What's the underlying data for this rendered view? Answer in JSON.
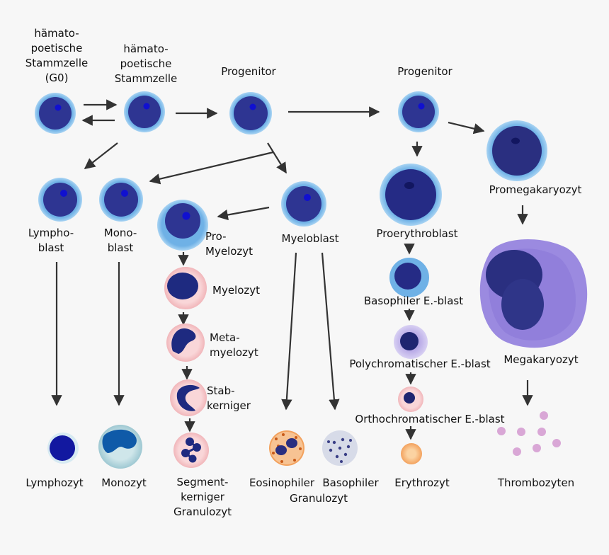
{
  "cells": [
    {
      "id": "hsc-g0",
      "type": "stem",
      "lines": [
        "hämato-",
        "poetische",
        "Stammzelle",
        "(G0)"
      ]
    },
    {
      "id": "hsc",
      "type": "stem",
      "lines": [
        "hämato-",
        "poetische",
        "Stammzelle"
      ]
    },
    {
      "id": "prog-1",
      "type": "stem",
      "lines": [
        "Progenitor"
      ]
    },
    {
      "id": "prog-2",
      "type": "stem",
      "lines": [
        "Progenitor"
      ]
    },
    {
      "id": "lymphoblast",
      "type": "stem",
      "lines": [
        "Lympho-",
        "blast"
      ]
    },
    {
      "id": "monoblast",
      "type": "stem",
      "lines": [
        "Mono-",
        "blast"
      ]
    },
    {
      "id": "myeloblast",
      "type": "stem",
      "lines": [
        "Myeloblast"
      ]
    },
    {
      "id": "promyelozyt",
      "type": "stem-large",
      "lines": [
        "Pro-",
        "Myelozyt"
      ]
    },
    {
      "id": "myelozyt",
      "type": "granulo",
      "lines": [
        "Myelozyt"
      ]
    },
    {
      "id": "metamyelozyt",
      "type": "granulo",
      "lines": [
        "Meta-",
        "myelozyt"
      ]
    },
    {
      "id": "stabkerniger",
      "type": "granulo",
      "lines": [
        "Stab-",
        "kerniger"
      ]
    },
    {
      "id": "segment",
      "type": "granulo",
      "lines": [
        "Segment-",
        "kerniger",
        "Granulozyt"
      ]
    },
    {
      "id": "proerythroblast",
      "type": "proery",
      "lines": [
        "Proerythroblast"
      ]
    },
    {
      "id": "baso-eblast",
      "type": "baso-e",
      "lines": [
        "Basophiler E.-blast"
      ]
    },
    {
      "id": "poly-eblast",
      "type": "poly-e",
      "lines": [
        "Polychromatischer E.-blast"
      ]
    },
    {
      "id": "ortho-eblast",
      "type": "ortho-e",
      "lines": [
        "Orthochromatischer E.-blast"
      ]
    },
    {
      "id": "erythrozyt",
      "type": "erythro",
      "lines": [
        "Erythrozyt"
      ]
    },
    {
      "id": "promegakaryozyt",
      "type": "promega",
      "lines": [
        "Promegakaryozyt"
      ]
    },
    {
      "id": "megakaryozyt",
      "type": "mega",
      "lines": [
        "Megakaryozyt"
      ]
    },
    {
      "id": "thrombozyten",
      "type": "platelets",
      "lines": [
        "Thrombozyten"
      ]
    },
    {
      "id": "lymphozyt",
      "type": "lympho",
      "lines": [
        "Lymphozyt"
      ]
    },
    {
      "id": "monozyt",
      "type": "mono",
      "lines": [
        "Monozyt"
      ]
    },
    {
      "id": "eosinophiler",
      "type": "eosino",
      "lines": [
        "Eosinophiler"
      ]
    },
    {
      "id": "basophiler",
      "type": "baso",
      "lines": [
        "Basophiler"
      ]
    },
    {
      "id": "granulozyt-shared",
      "type": "none",
      "lines": [
        "Granulozyt"
      ]
    }
  ],
  "colors": {
    "stem_outer": "#8fc6ee",
    "stem_inner": "#2e3592",
    "nucleolus": "#1010d0",
    "granulo_outer": "#f6c9cc",
    "granulo_nucleus": "#1e2a80",
    "erythro": "#f6b97a",
    "mega_outer": "#9b8ae0",
    "mega_nucleus": "#2a2f80",
    "platelet": "#d9a7d6",
    "arrow": "#333333"
  }
}
